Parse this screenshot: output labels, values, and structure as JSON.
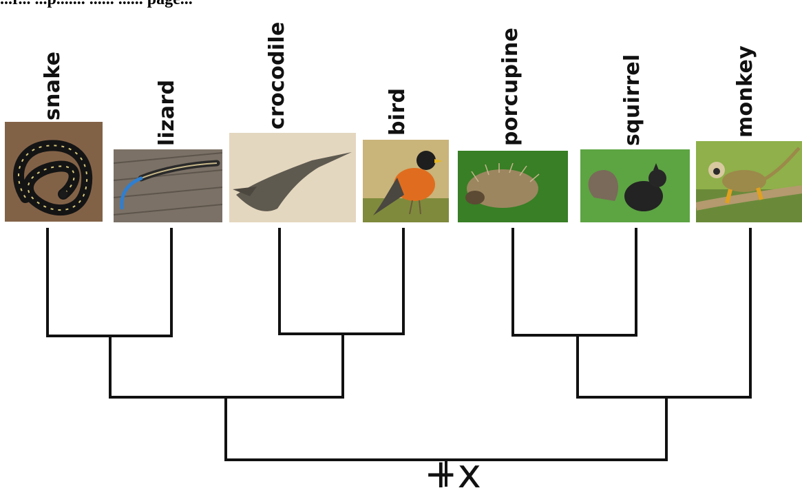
{
  "header_text": "...r... ...p....... ...... ...... page...",
  "taxa": [
    {
      "id": "snake",
      "label": "snake",
      "image": "coiled-snake-photo"
    },
    {
      "id": "lizard",
      "label": "lizard",
      "image": "blue-tailed-lizard-photo"
    },
    {
      "id": "crocodile",
      "label": "crocodile",
      "image": "crocodile-on-sand-photo"
    },
    {
      "id": "bird",
      "label": "bird",
      "image": "robin-photo"
    },
    {
      "id": "porcupine",
      "label": "porcupine",
      "image": "porcupine-on-grass-photo"
    },
    {
      "id": "squirrel",
      "label": "squirrel",
      "image": "black-squirrel-photo"
    },
    {
      "id": "monkey",
      "label": "monkey",
      "image": "squirrel-monkey-on-rope-photo"
    }
  ],
  "root_marker": "+x",
  "colors": {
    "line": "#111111",
    "background": "#ffffff"
  }
}
